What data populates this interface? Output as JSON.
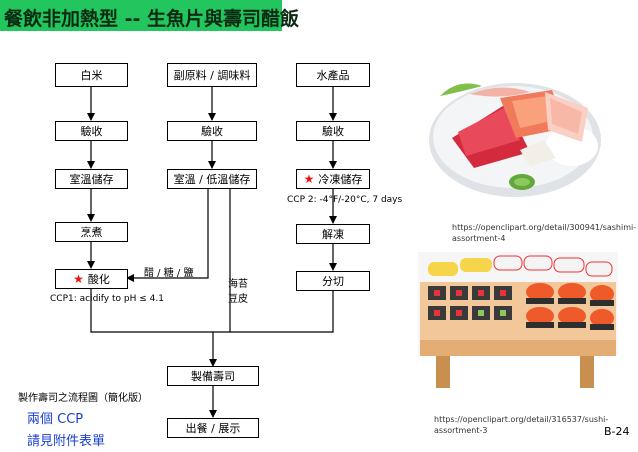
{
  "title": "餐飲非加熱型 -- 生魚片與壽司醋飯",
  "columns": {
    "rice": {
      "start": "白米",
      "inspect": "驗收",
      "store": "室溫儲存",
      "cook": "烹煮",
      "acidify": "酸化"
    },
    "season": {
      "start": "副原料 / 調味料",
      "inspect": "驗收",
      "store": "室溫 / 低溫儲存"
    },
    "seafood": {
      "start": "水產品",
      "inspect": "驗收",
      "store": "冷凍儲存",
      "thaw": "解凍",
      "cut": "分切"
    }
  },
  "bottom": {
    "prepare": "製備壽司",
    "serve": "出餐 / 展示"
  },
  "labels": {
    "ccp1": "CCP1: acidify to pH ≤ 4.1",
    "ccp2": "CCP 2: -4°F/-20°C, 7 days",
    "vinegar": "醋 / 糖 / 鹽",
    "seaweed": "海苔\n豆皮"
  },
  "caption": "製作壽司之流程圖（簡化版）",
  "notes": {
    "line1": "兩個  CCP",
    "line2": "請見附件表單"
  },
  "urls": {
    "sashimi": "https://openclipart.org/detail/300941/sashimi-assortment-4",
    "sushi": "https://openclipart.org/detail/316537/sushi-assortment-3"
  },
  "page_number": "B-24",
  "colors": {
    "title_bar": "#22c55e",
    "star": "#ee1111",
    "note": "#1a3fd0"
  },
  "icons": {
    "ccp_marker": "star-icon"
  }
}
